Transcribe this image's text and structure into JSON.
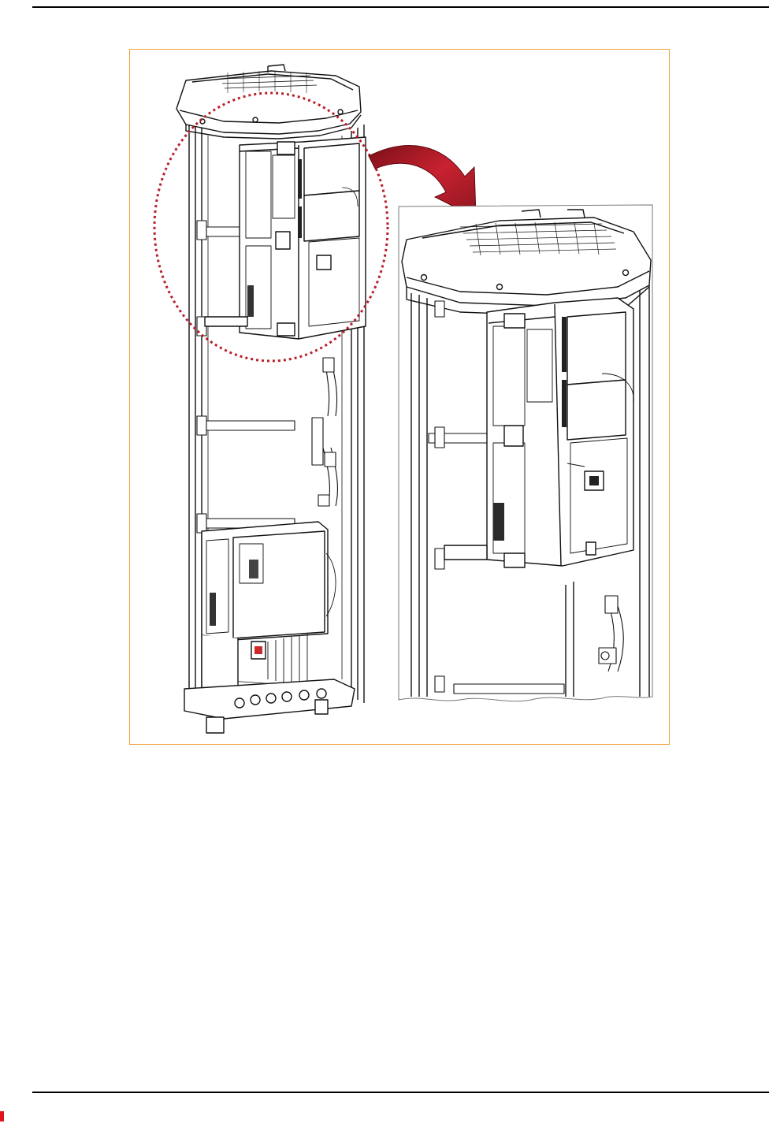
{
  "page": {
    "header_rule": true,
    "footer_rule": true,
    "accent_color": "#e0121b",
    "frame_color": "#f0a23c",
    "callout_color": "#b81e2a"
  },
  "figure": {
    "illustration": "cabinet-column-with-module-zoom",
    "elements": [
      "main-cabinet-drawing",
      "callout-circle",
      "zoom-arrow-icon",
      "zoom-inset-drawing"
    ]
  }
}
